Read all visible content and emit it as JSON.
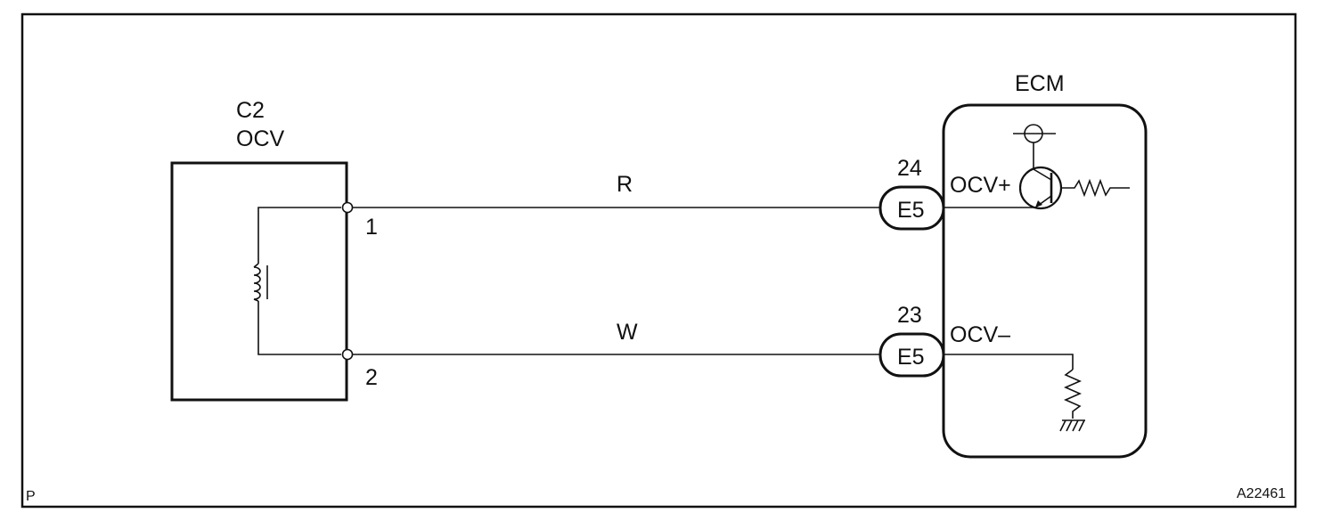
{
  "component": {
    "code": "C2",
    "name": "OCV",
    "pins": [
      "1",
      "2"
    ]
  },
  "wires": [
    {
      "color": "R",
      "connector": "E5",
      "pin": "24",
      "signal": "OCV+"
    },
    {
      "color": "W",
      "connector": "E5",
      "pin": "23",
      "signal": "OCV–"
    }
  ],
  "ecm": {
    "label": "ECM"
  },
  "footer": {
    "corner_mark": "P",
    "figure_id": "A22461"
  }
}
